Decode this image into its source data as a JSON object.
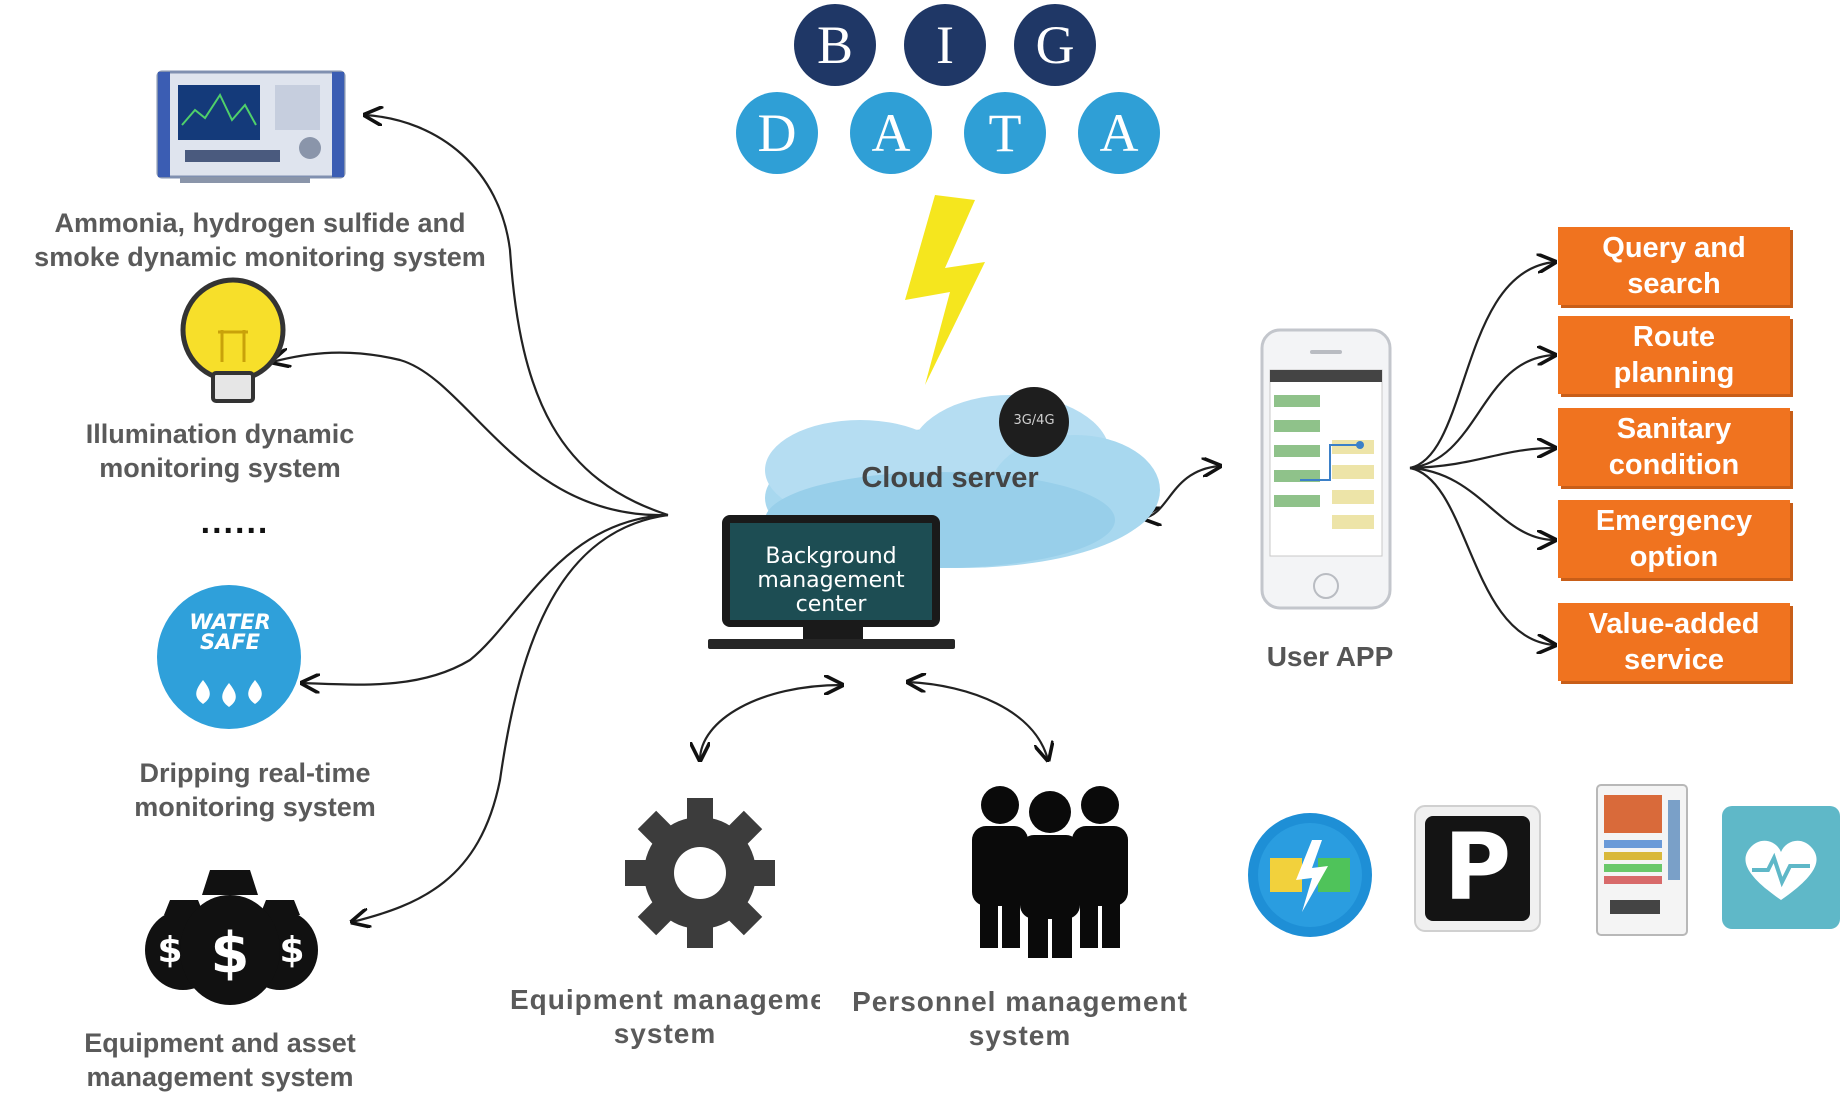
{
  "big_data": {
    "row1": [
      "B",
      "I",
      "G"
    ],
    "row2": [
      "D",
      "A",
      "T",
      "A"
    ],
    "color_dark": "#1f3766",
    "color_light": "#2f9fd6"
  },
  "left_systems": [
    {
      "label_lines": [
        "Ammonia, hydrogen sulfide and",
        "smoke dynamic monitoring system"
      ],
      "icon": "analyzer-icon"
    },
    {
      "label_lines": [
        "Illumination dynamic",
        "monitoring system"
      ],
      "icon": "lightbulb-icon"
    },
    {
      "label_lines": [
        "......"
      ],
      "icon": ""
    },
    {
      "label_lines": [
        "Dripping real-time",
        "monitoring system"
      ],
      "icon": "water-safe-icon"
    },
    {
      "label_lines": [
        "Equipment and asset",
        "management system"
      ],
      "icon": "money-bags-icon"
    }
  ],
  "water_safe_text": [
    "WATER",
    "SAFE"
  ],
  "cloud": {
    "label": "Cloud server",
    "badge": "3G/4G"
  },
  "laptop_screen_lines": [
    "Background",
    "management",
    "center"
  ],
  "bottom_systems": [
    {
      "label_lines": [
        "Equipment manageme",
        "system"
      ],
      "icon": "gear-icon"
    },
    {
      "label_lines": [
        "Personnel management",
        "system"
      ],
      "icon": "people-icon"
    }
  ],
  "user_app_label": "User APP",
  "app_features": [
    {
      "lines": [
        "Query and",
        "search"
      ]
    },
    {
      "lines": [
        "Route",
        "planning"
      ]
    },
    {
      "lines": [
        "Sanitary",
        "condition"
      ]
    },
    {
      "lines": [
        "Emergency",
        "option"
      ]
    },
    {
      "lines": [
        "Value-added",
        "service"
      ]
    }
  ],
  "service_icons": [
    "charging-icon",
    "parking-icon",
    "vending-machine-icon",
    "heart-health-icon"
  ],
  "parking_letter": "P",
  "colors": {
    "orange": "#f0731f",
    "label_gray": "#5a5a5a",
    "laptop_screen": "#1d4d53",
    "cloud": "#a8d8ef",
    "bolt": "#f5e61e"
  }
}
